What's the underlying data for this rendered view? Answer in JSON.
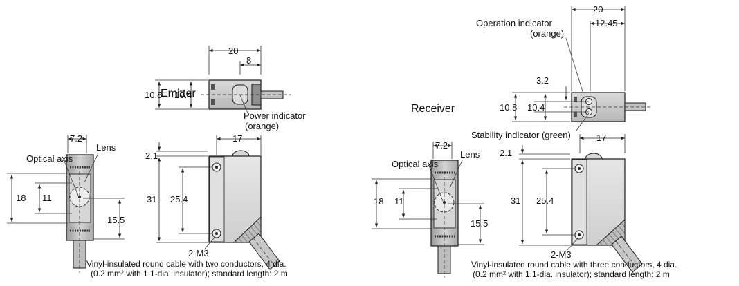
{
  "emitter": {
    "label": "Emitter",
    "top_view": {
      "width": "20",
      "indicator_offset": "8",
      "height_outer": "10.8",
      "height_inner": "10.4"
    },
    "power_indicator": [
      "Power indicator",
      "(orange)"
    ],
    "front_view": {
      "width": "7.2",
      "optical_axis": "Optical axis",
      "lens": "Lens",
      "height_outer": "18",
      "height_inner": "11",
      "axis_height": "15.5"
    },
    "side_view": {
      "width": "17",
      "top_offset": "2.1",
      "height": "31",
      "hole_pitch": "25.4",
      "screws": "2-M3"
    },
    "cable": [
      "Vinyl-insulated round cable with two conductors, 4 dia.",
      "(0.2 mm² with 1.1-dia. insulator); standard length: 2 m"
    ]
  },
  "receiver": {
    "label": "Receiver",
    "top_view": {
      "width": "20",
      "indicator_offset": "12.45",
      "offset_left": "3.2",
      "height_outer": "10.8",
      "height_inner": "10.4"
    },
    "operation_indicator": [
      "Operation indicator",
      "(orange)"
    ],
    "stability_indicator": "Stability indicator (green)",
    "front_view": {
      "width": "7.2",
      "optical_axis": "Optical axis",
      "lens": "Lens",
      "height_outer": "18",
      "height_inner": "11",
      "axis_height": "15.5"
    },
    "side_view": {
      "width": "17",
      "top_offset": "2.1",
      "height": "31",
      "hole_pitch": "25.4",
      "screws": "2-M3"
    },
    "cable": [
      "Vinyl-insulated round cable with three conductors, 4 dia.",
      "(0.2 mm² with 1.1-dia. insulator); standard length: 2 m"
    ]
  }
}
